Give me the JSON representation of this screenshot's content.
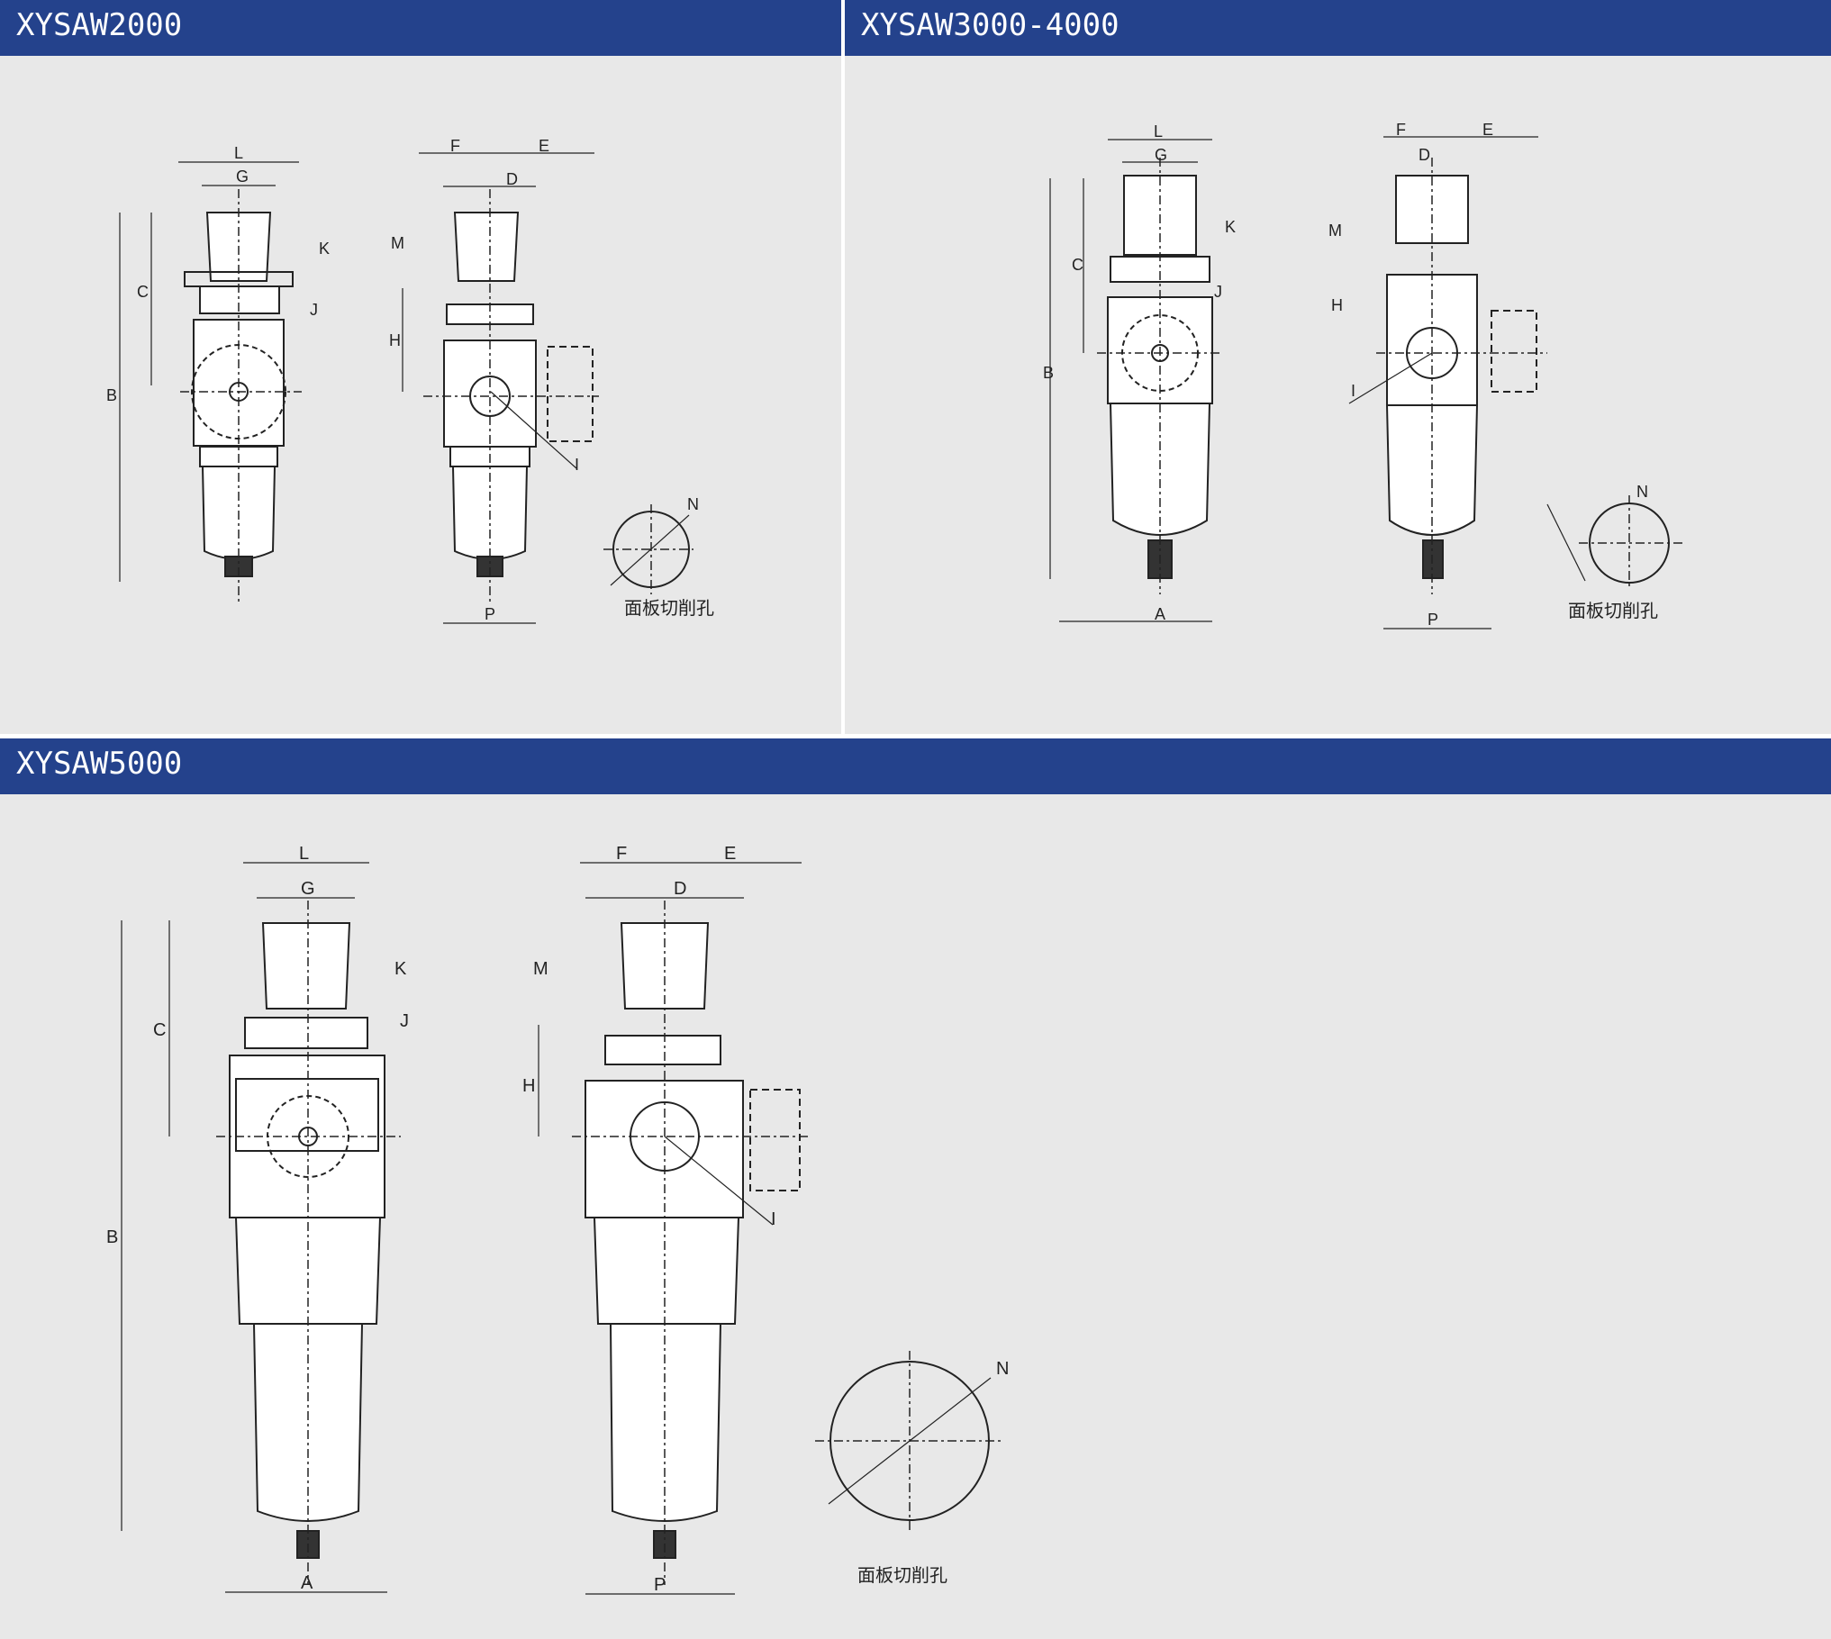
{
  "panels": [
    {
      "title": "XYSAW2000"
    },
    {
      "title": "XYSAW3000-4000"
    },
    {
      "title": "XYSAW5000"
    }
  ],
  "dimension_labels": {
    "L": "L",
    "G": "G",
    "K": "K",
    "J": "J",
    "C": "C",
    "B": "B",
    "A": "A",
    "F": "F",
    "E": "E",
    "D": "D",
    "M": "M",
    "H": "H",
    "I": "I",
    "P": "P",
    "N": "N"
  },
  "panel_cutout_caption": "面板切削孔",
  "colors": {
    "header": "#24428c",
    "background": "#e8e8e8",
    "line": "#222222"
  }
}
